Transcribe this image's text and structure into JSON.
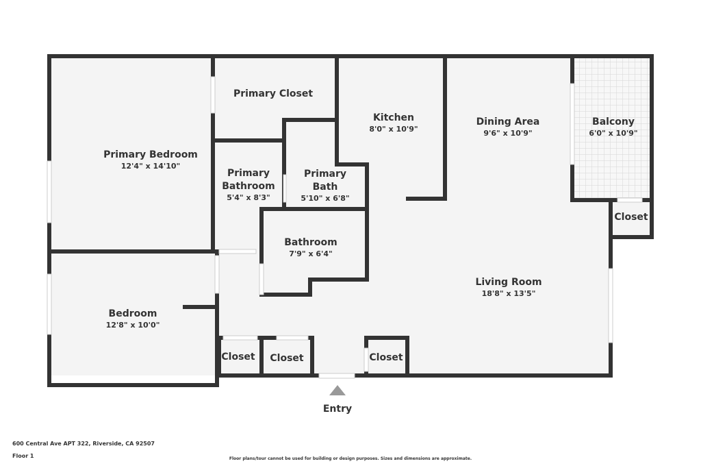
{
  "colors": {
    "wall": "#333333",
    "floor": "#f4f4f4",
    "window": "#ffffff",
    "balcony_grid": "#d6d6d6"
  },
  "rooms": {
    "primary_closet": {
      "name": "Primary Closet"
    },
    "primary_bedroom": {
      "name": "Primary Bedroom",
      "dim": "12'4\" x 14'10\""
    },
    "kitchen": {
      "name": "Kitchen",
      "dim": "8'0\" x 10'9\""
    },
    "dining": {
      "name": "Dining Area",
      "dim": "9'6\" x 10'9\""
    },
    "balcony": {
      "name": "Balcony",
      "dim": "6'0\" x 10'9\""
    },
    "primary_bathroom": {
      "line1": "Primary",
      "line2": "Bathroom",
      "dim": "5'4\" x 8'3\""
    },
    "primary_bath": {
      "line1": "Primary",
      "line2": "Bath",
      "dim": "5'10\" x 6'8\""
    },
    "bathroom": {
      "name": "Bathroom",
      "dim": "7'9\" x 6'4\""
    },
    "closet_right": {
      "name": "Closet"
    },
    "living": {
      "name": "Living Room",
      "dim": "18'8\" x 13'5\""
    },
    "bedroom": {
      "name": "Bedroom",
      "dim": "12'8\" x 10'0\""
    },
    "closet_1": {
      "name": "Closet"
    },
    "closet_2": {
      "name": "Closet"
    },
    "closet_3": {
      "name": "Closet"
    }
  },
  "entry": {
    "label": "Entry"
  },
  "footer": {
    "address": "600 Central Ave APT 322, Riverside, CA 92507",
    "floor": "Floor 1",
    "disclaimer": "Floor plans/tour cannot be used for building or design purposes. Sizes and dimensions are approximate."
  }
}
